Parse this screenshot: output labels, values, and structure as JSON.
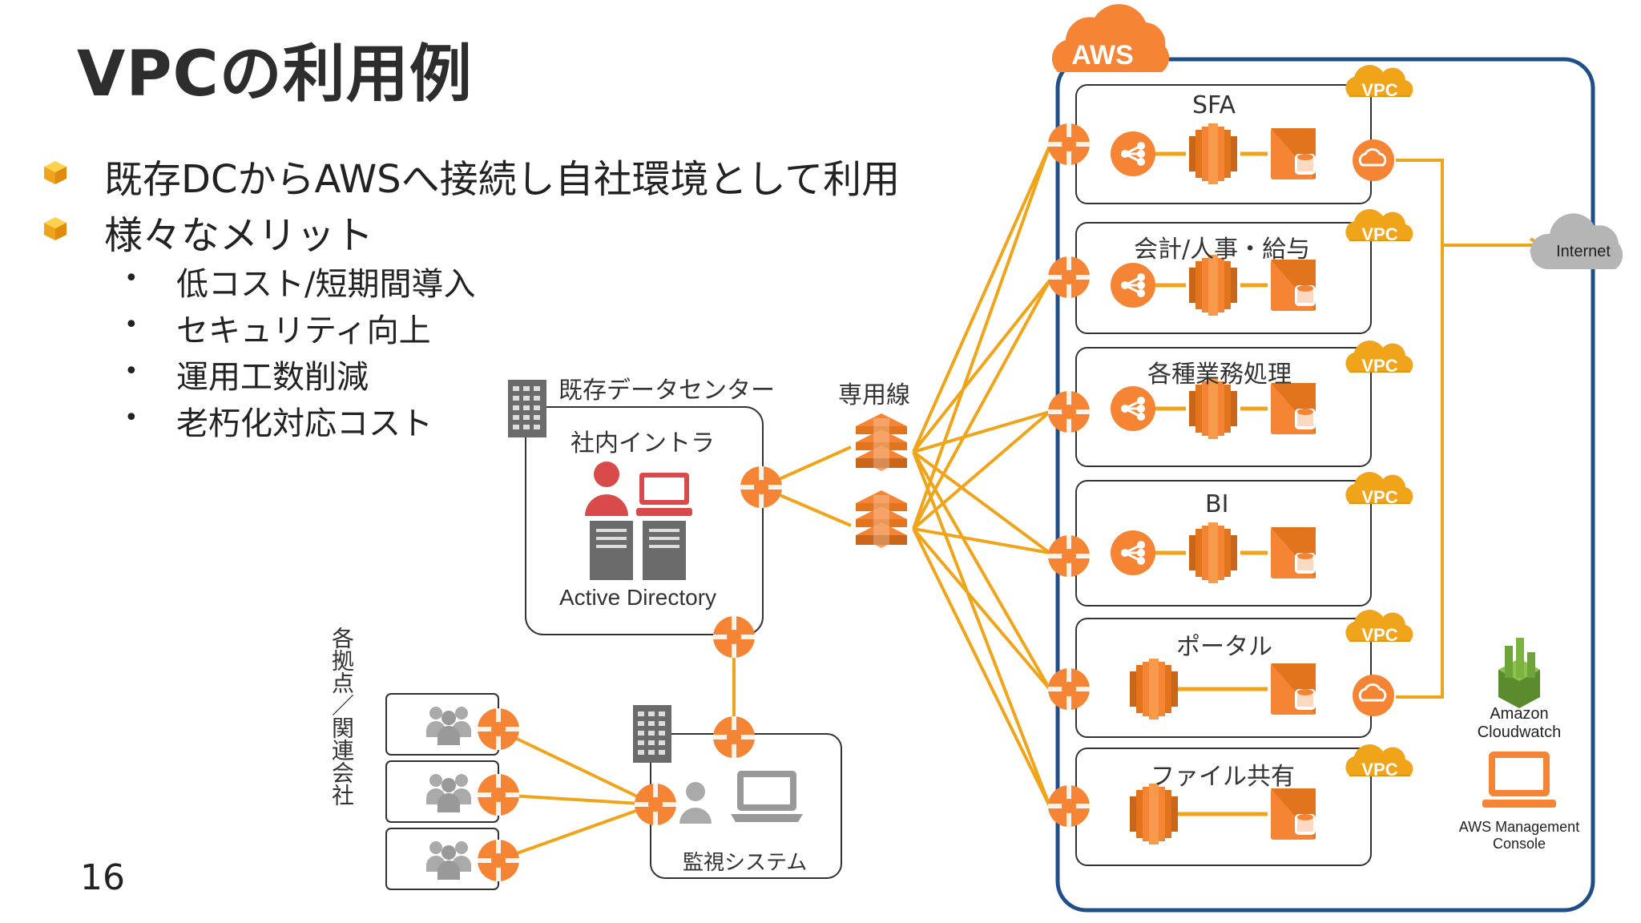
{
  "slide": {
    "title": "VPCの利用例",
    "page_number": "16"
  },
  "bullets": [
    "既存DCからAWSへ接続し自社環境として利用",
    "様々なメリット"
  ],
  "sub_bullets": [
    "低コスト/短期間導入",
    "セキュリティ向上",
    "運用工数削減",
    "老朽化対応コスト"
  ],
  "bullet_symbol": "•",
  "datacenter": {
    "label": "既存データセンター",
    "intranet": "社内イントラ",
    "active_directory": "Active Directory"
  },
  "dedicated_line": "専用線",
  "branches": {
    "label": "各拠点／関連会社"
  },
  "monitoring": {
    "label": "監視システム"
  },
  "aws": {
    "badge": "AWS",
    "vpc_badge": "VPC",
    "vpcs": [
      "SFA",
      "会計/人事・給与",
      "各種業務処理",
      "BI",
      "ポータル",
      "ファイル共有"
    ]
  },
  "internet": "Internet",
  "cloudwatch": {
    "line1": "Amazon",
    "line2": "Cloudwatch"
  },
  "console": {
    "line1": "AWS Management",
    "line2": "Console"
  },
  "colors": {
    "orange": "#f58534",
    "line": "#f0a419",
    "navy": "#1f4e89",
    "gray": "#666666",
    "red": "#d94a4a"
  }
}
